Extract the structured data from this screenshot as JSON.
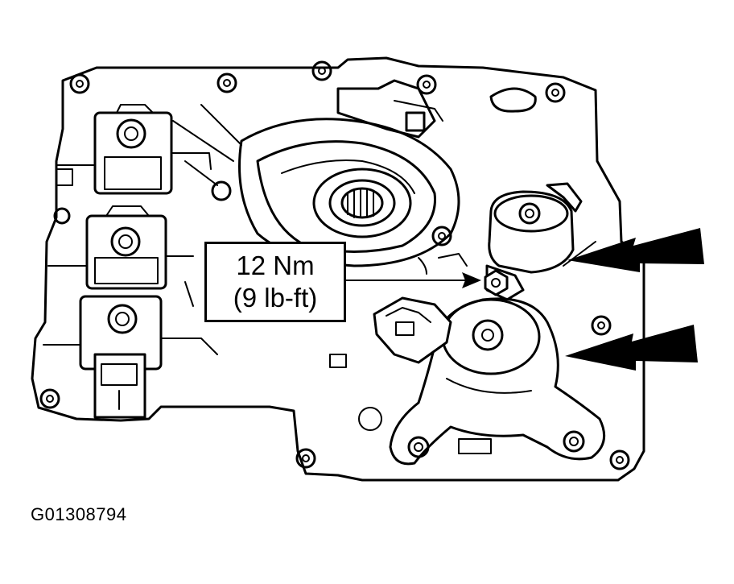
{
  "callout": {
    "torque_nm": "12 Nm",
    "torque_lbft": "(9 lb-ft)"
  },
  "figure_id": "G01308794",
  "colors": {
    "ink": "#000000",
    "paper": "#ffffff"
  }
}
